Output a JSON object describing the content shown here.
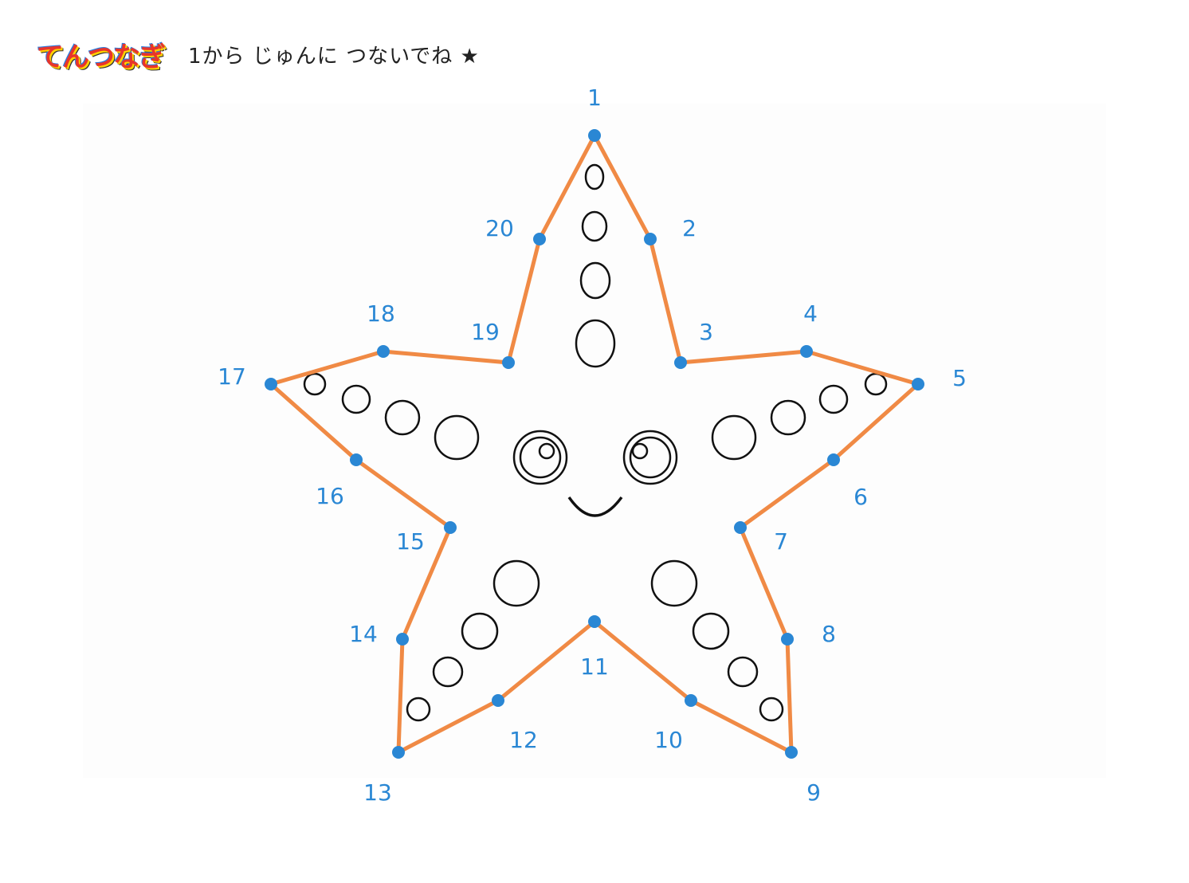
{
  "header": {
    "logo_text": "てんつなぎ",
    "instruction": "1から じゅんに つないでね ★"
  },
  "colors": {
    "line": "#f08a45",
    "dot": "#2a87d4",
    "label": "#2a87d4",
    "outline": "#111111"
  },
  "puzzle": {
    "dots": [
      {
        "n": "1"
      },
      {
        "n": "2"
      },
      {
        "n": "3"
      },
      {
        "n": "4"
      },
      {
        "n": "5"
      },
      {
        "n": "6"
      },
      {
        "n": "7"
      },
      {
        "n": "8"
      },
      {
        "n": "9"
      },
      {
        "n": "10"
      },
      {
        "n": "11"
      },
      {
        "n": "12"
      },
      {
        "n": "13"
      },
      {
        "n": "14"
      },
      {
        "n": "15"
      },
      {
        "n": "16"
      },
      {
        "n": "17"
      },
      {
        "n": "18"
      },
      {
        "n": "19"
      },
      {
        "n": "20"
      }
    ],
    "closed_path": true
  }
}
